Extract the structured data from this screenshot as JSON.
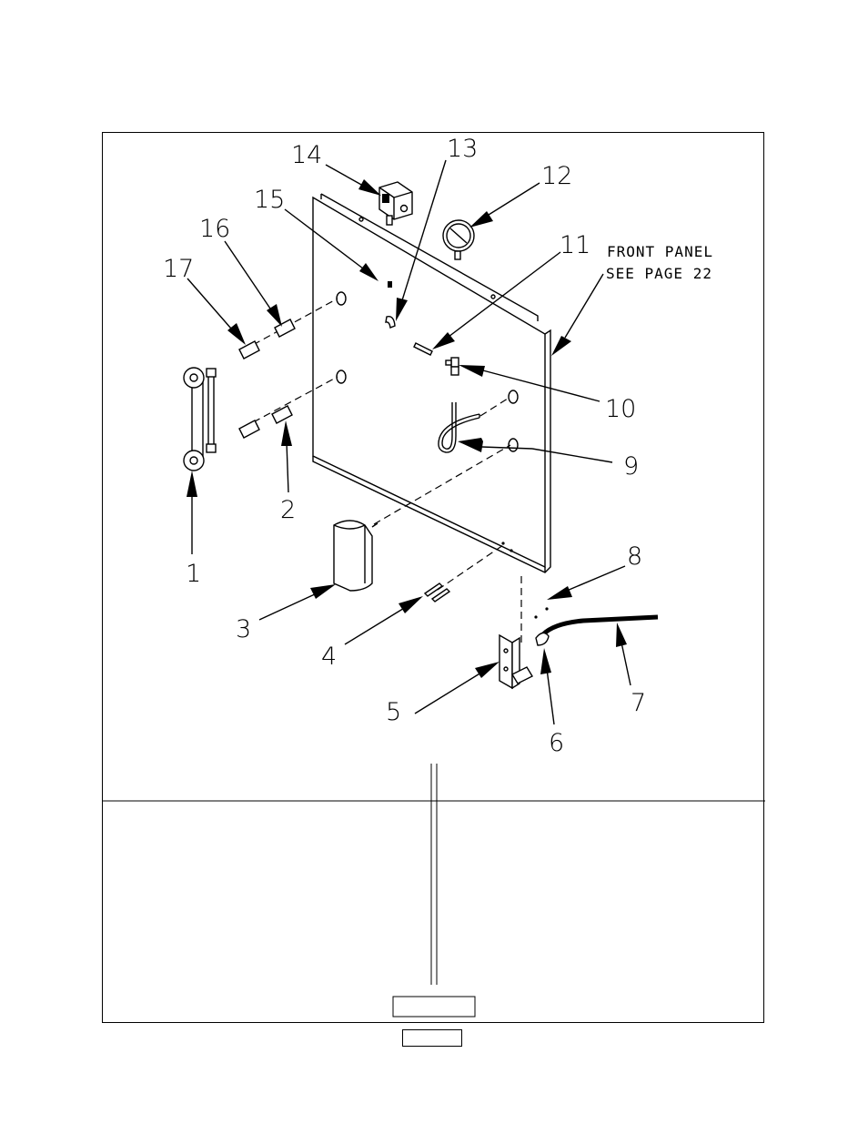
{
  "diagram": {
    "note_line1": "FRONT PANEL",
    "note_line2": "SEE PAGE 22",
    "callouts": [
      {
        "id": "1",
        "part": "belt-and-pulley-assembly"
      },
      {
        "id": "2",
        "part": "lower-coupling"
      },
      {
        "id": "3",
        "part": "motor"
      },
      {
        "id": "4",
        "part": "fastener"
      },
      {
        "id": "5",
        "part": "bracket"
      },
      {
        "id": "6",
        "part": "hose-fitting"
      },
      {
        "id": "7",
        "part": "hose"
      },
      {
        "id": "8",
        "part": "screw"
      },
      {
        "id": "9",
        "part": "u-tube"
      },
      {
        "id": "10",
        "part": "valve"
      },
      {
        "id": "11",
        "part": "pin"
      },
      {
        "id": "12",
        "part": "pressure-gauge"
      },
      {
        "id": "13",
        "part": "elbow-fitting"
      },
      {
        "id": "14",
        "part": "switch-box"
      },
      {
        "id": "15",
        "part": "set-screw"
      },
      {
        "id": "16",
        "part": "upper-coupling"
      },
      {
        "id": "17",
        "part": "spacer"
      }
    ]
  }
}
